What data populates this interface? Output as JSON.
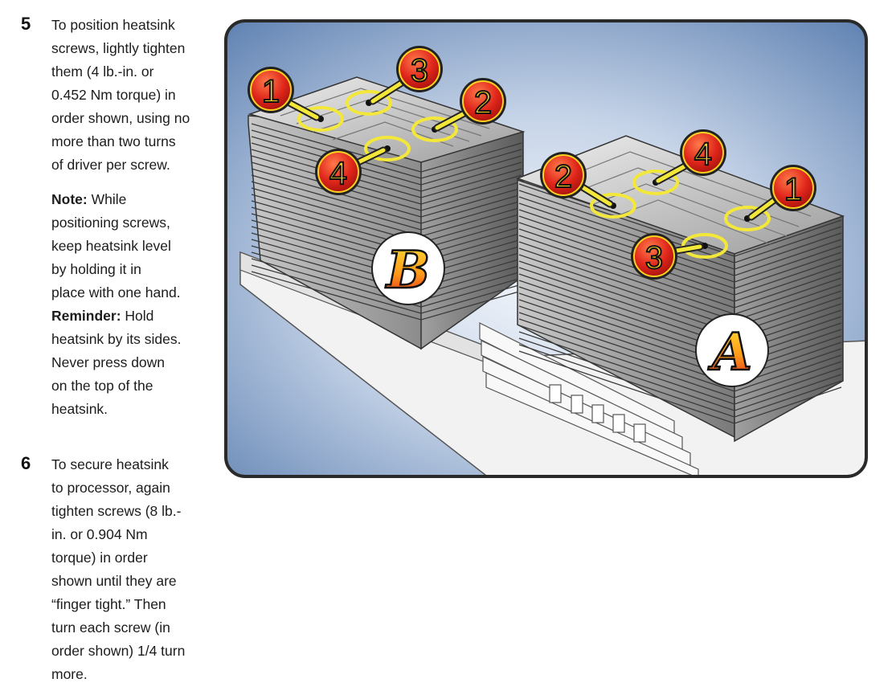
{
  "steps": [
    {
      "number": "5",
      "lines": [
        "To position heatsink",
        "screws, lightly tighten",
        "them (4 lb.-in. or",
        "0.452 Nm torque) in",
        "order shown, using no",
        "more than two turns",
        "of driver per screw."
      ],
      "note_label": "Note:",
      "note_lines": [
        " While",
        "positioning screws,",
        "keep heatsink level",
        "by holding it in",
        "place with one hand."
      ],
      "reminder_label": "Reminder:",
      "reminder_lines": [
        " Hold",
        "heatsink by its sides.",
        "Never press down",
        "on the top of the",
        "heatsink."
      ]
    },
    {
      "number": "6",
      "lines": [
        "To secure heatsink",
        "to processor, again",
        "tighten screws (8 lb.-",
        "in. or 0.904 Nm",
        "torque) in order",
        "shown until they are",
        "“finger tight.” Then",
        "turn each screw (in",
        "order shown) 1/4 turn",
        "more."
      ]
    }
  ],
  "figure": {
    "heatsink_labels": [
      "B",
      "A"
    ],
    "heatsink_b_screw_numbers": [
      "1",
      "3",
      "2",
      "4"
    ],
    "heatsink_a_screw_numbers": [
      "2",
      "4",
      "1",
      "3"
    ],
    "colors": {
      "frame": "#2a2a2a",
      "background": "#5f82b3",
      "badge_red": "#e0261b",
      "badge_yellow": "#ffd21f",
      "screw_ring": "#f3e83a"
    }
  }
}
